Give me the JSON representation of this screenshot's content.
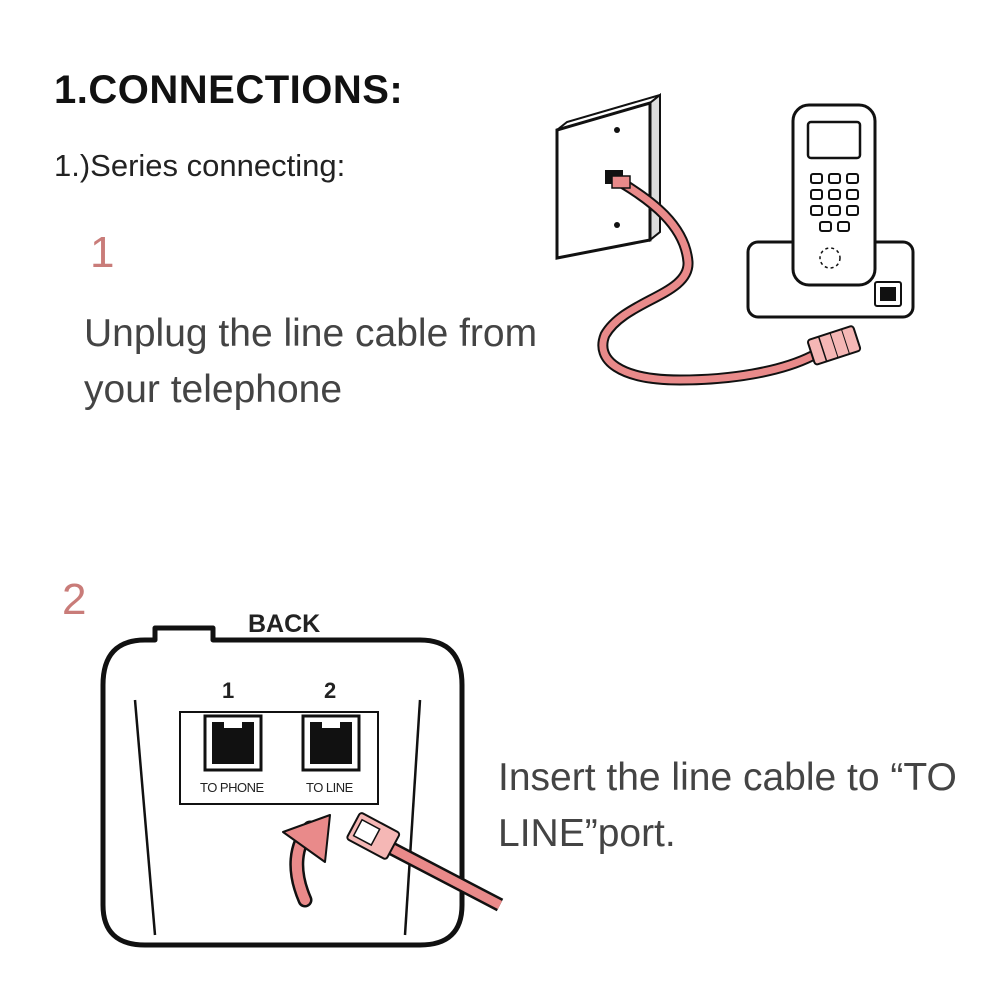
{
  "header": {
    "title": "1.CONNECTIONS:",
    "subtitle": "1.)Series connecting:"
  },
  "step1": {
    "number": "1",
    "instruction": "Unplug the line cable from your telephone"
  },
  "step2": {
    "number": "2",
    "back_label": "BACK",
    "ports": [
      {
        "number": "1",
        "label": "TO PHONE"
      },
      {
        "number": "2",
        "label": "TO LINE"
      }
    ],
    "instruction": "Insert the line cable to “TO LINE”port."
  },
  "colors": {
    "accent": "#c97c79",
    "cable": "#e98a8a",
    "ink": "#111111"
  }
}
